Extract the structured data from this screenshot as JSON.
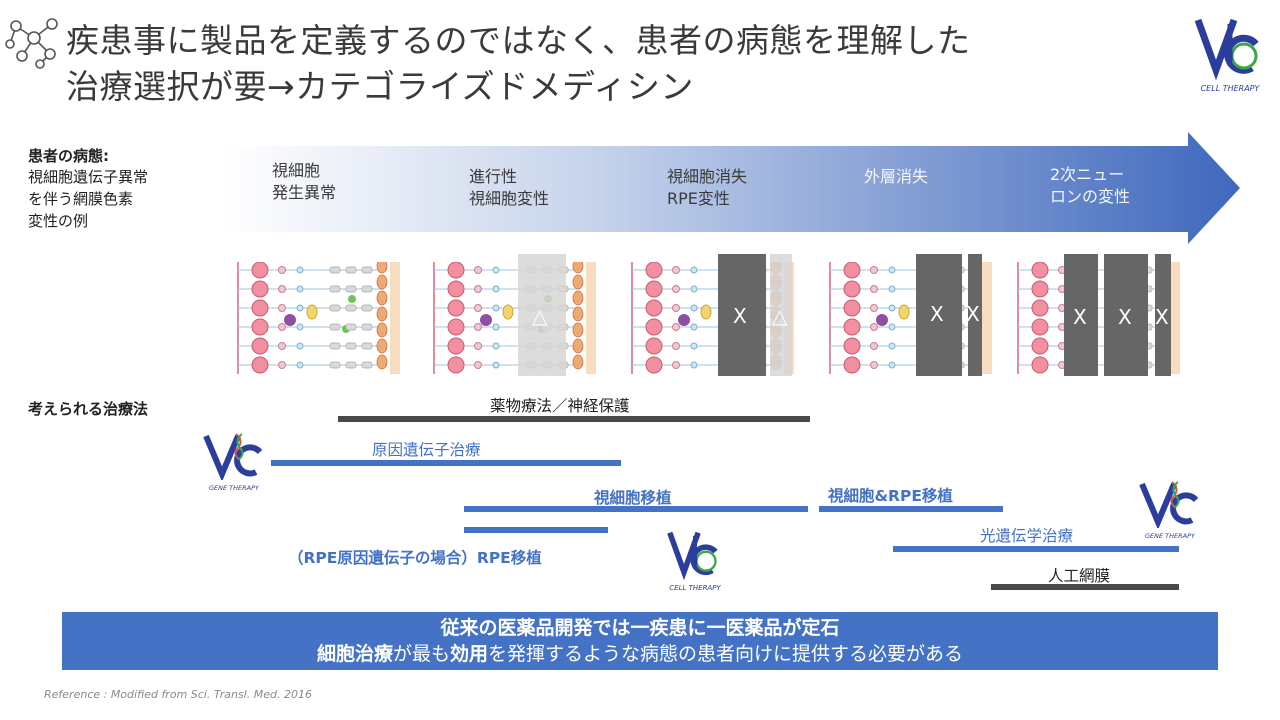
{
  "title": {
    "line1": "疾患事に製品を定義するのではなく、患者の病態を理解した",
    "line2": "治療選択が要→カテゴライズドメディシン"
  },
  "side": {
    "pathology_heading": "患者の病態:",
    "pathology_lines": [
      "視細胞遺伝子異常",
      "を伴う網膜色素",
      "変性の例"
    ],
    "therapy_heading": "考えられる治療法"
  },
  "stages": [
    {
      "line1": "視細胞",
      "line2": "発生異常"
    },
    {
      "line1": "進行性",
      "line2": "視細胞変性"
    },
    {
      "line1": "視細胞消失",
      "line2": "RPE変性"
    },
    {
      "line1": "外層消失",
      "line2": ""
    },
    {
      "line1": "2次ニュー",
      "line2": "ロンの変性"
    }
  ],
  "marks": {
    "x": "X",
    "triangle": "△"
  },
  "therapies": {
    "drug": "薬物療法／神経保護",
    "gene": "原因遺伝子治療",
    "photoreceptor": "視細胞移植",
    "photoreceptor_rpe": "視細胞&RPE移植",
    "rpe": "（RPE原因遺伝子の場合）RPE移植",
    "optogenetic": "光遺伝学治療",
    "artificial": "人工網膜"
  },
  "logos": {
    "gene": "GENE THERAPY",
    "cell": "CELL THERAPY"
  },
  "banner": {
    "line1": "従来の医薬品開発では一疾患に一医薬品が定石",
    "line2_a": "細胞治療",
    "line2_b": "が最も",
    "line2_c": "効用",
    "line2_d": "を発揮するような病態の患者向けに提供する必要がある"
  },
  "reference": "Reference : Modified from Sci. Transl. Med. 2016",
  "colors": {
    "accent": "#4472c4",
    "dark_bar": "#4a4a4a",
    "logo_green": "#3aa848",
    "logo_blue": "#2c3e9c"
  }
}
